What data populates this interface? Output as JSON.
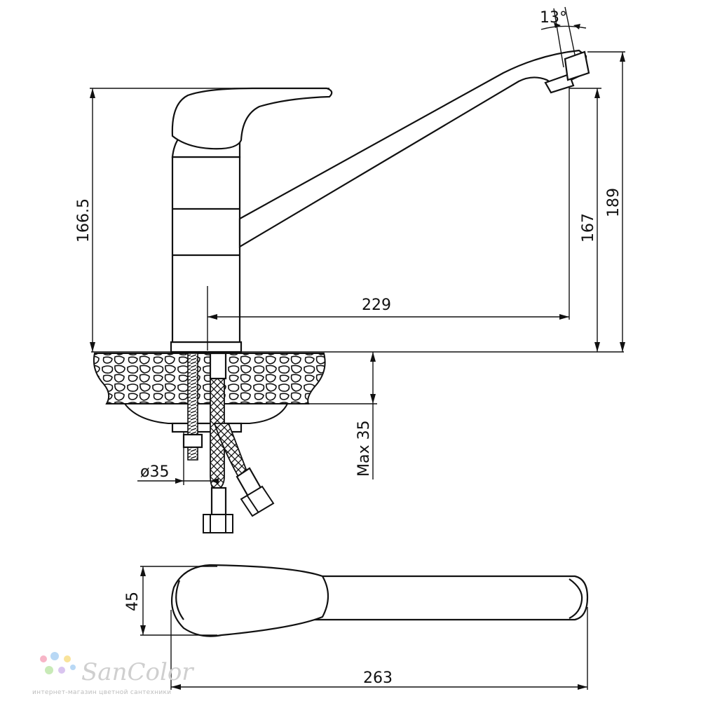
{
  "dimensions": {
    "angle": "13°",
    "total_height": "189",
    "spout_height": "167",
    "handle_height": "166.5",
    "reach": "229",
    "mount_hole": "ø35",
    "max_counter": "Max 35",
    "width": "45",
    "length": "263"
  },
  "watermark": {
    "brand": "SanColor",
    "tagline": "интернет-магазин цветной сантехники",
    "dot_colors": [
      "#f7b5c7",
      "#b8d8f5",
      "#f9e39a",
      "#c8eab7",
      "#d9c4ef"
    ]
  }
}
